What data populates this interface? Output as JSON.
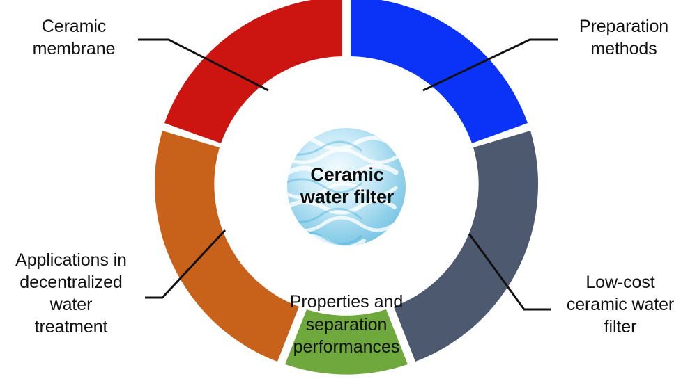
{
  "figure": {
    "title": "Ceramic water filter",
    "type": "donut-diagram",
    "background_color": "#ffffff",
    "gap_color": "#ffffff"
  },
  "hub": {
    "label": "Ceramic\nwater filter",
    "line1": "Ceramic",
    "line2": "water filter",
    "fill_description": "water-texture",
    "fill_colors": [
      "#9fd9ef",
      "#d8f0fa",
      "#5fbde0",
      "#eaf7fc"
    ],
    "ring_color": "#ffffff",
    "text_color": "#0d0d0d"
  },
  "segments": [
    {
      "id": "ceramic-membrane",
      "label": "Ceramic\nmembrane",
      "color": "#cc1411",
      "position": "top-left",
      "label_side": "left",
      "has_leader_line": true,
      "label_inside": false
    },
    {
      "id": "preparation-methods",
      "label": "Preparation\nmethods",
      "color": "#0b33f7",
      "position": "top-right",
      "label_side": "right",
      "has_leader_line": true,
      "label_inside": false
    },
    {
      "id": "low-cost-ceramic-water-filter",
      "label": "Low-cost\nceramic water\nfilter",
      "color": "#4c596e",
      "position": "right",
      "label_side": "right",
      "has_leader_line": true,
      "label_inside": false
    },
    {
      "id": "properties-and-separation-performances",
      "label": "Properties and\nseparation\nperformances",
      "color": "#6fa83c",
      "position": "bottom",
      "label_side": "inside",
      "has_leader_line": false,
      "label_inside": true
    },
    {
      "id": "applications-in-decentralized-water-treatment",
      "label": "Applications in\ndecentralized\nwater\ntreatment",
      "color": "#c8611a",
      "position": "left",
      "label_side": "left",
      "has_leader_line": true,
      "label_inside": false
    }
  ],
  "chart_data": {
    "type": "pie",
    "title": "Ceramic water filter",
    "categories": [
      "Ceramic membrane",
      "Preparation methods",
      "Low-cost ceramic water filter",
      "Properties and separation performances",
      "Applications in decentralized water treatment"
    ],
    "values": [
      20,
      20,
      20,
      20,
      20
    ],
    "colors": [
      "#cc1411",
      "#0b33f7",
      "#4c596e",
      "#6fa83c",
      "#c8611a"
    ],
    "donut": true,
    "inner_radius_ratio": 0.32,
    "legend": "none",
    "grid": false,
    "xlabel": "",
    "ylabel": ""
  }
}
